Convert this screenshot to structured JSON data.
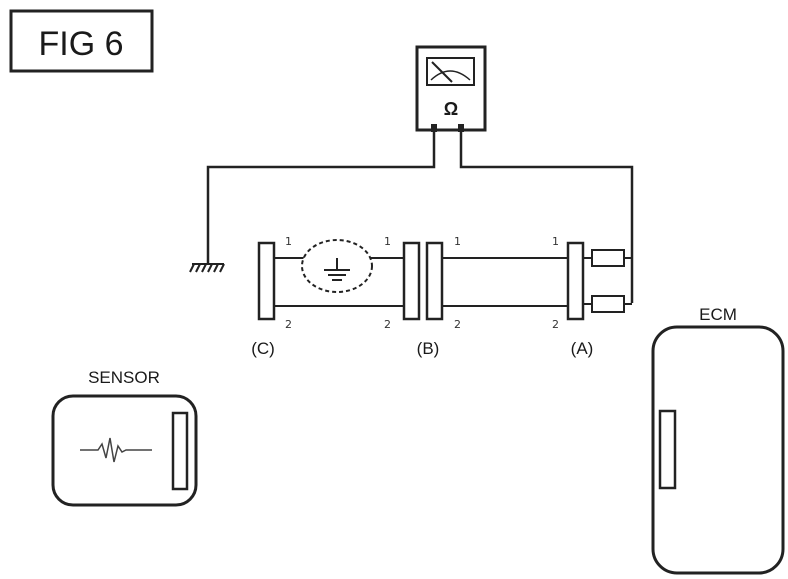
{
  "figure": {
    "title": "FIG  6"
  },
  "meter": {
    "symbol": "Ω"
  },
  "connectors": {
    "c": {
      "label": "(C)",
      "pin1": "1",
      "pin2": "2"
    },
    "b_left": {
      "pin1": "1",
      "pin2": "2"
    },
    "b": {
      "label": "(B)",
      "pin1": "1",
      "pin2": "2"
    },
    "a": {
      "label": "(A)",
      "pin1": "1",
      "pin2": "2"
    }
  },
  "sensor": {
    "label": "SENSOR"
  },
  "ecm": {
    "label": "ECM"
  }
}
